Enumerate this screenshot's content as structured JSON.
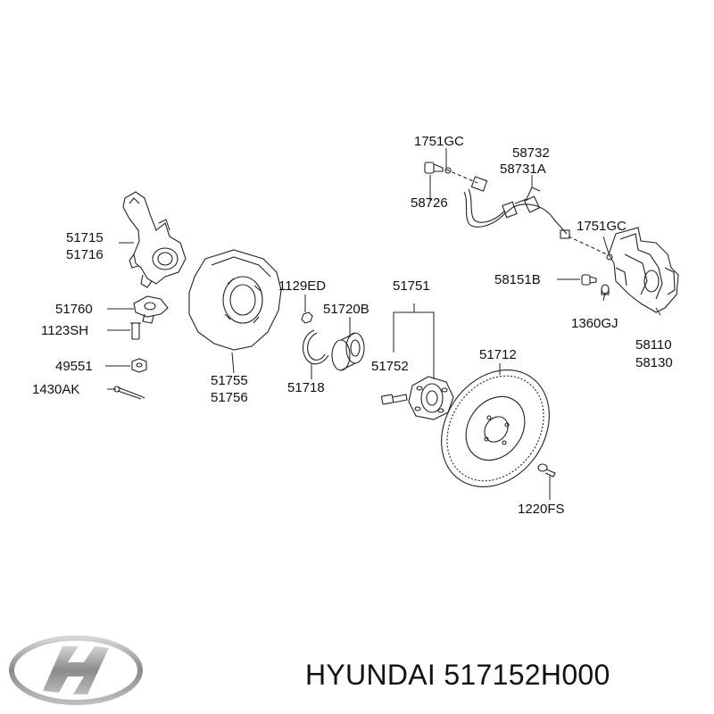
{
  "parts": {
    "p1751gc_top": "1751GC",
    "p58732": "58732",
    "p58731a": "58731A",
    "p58726": "58726",
    "p1751gc_right": "1751GC",
    "p51715": "51715",
    "p51716": "51716",
    "p58151b": "58151B",
    "p1129ed": "1129ED",
    "p51751": "51751",
    "p51760": "51760",
    "p51720b": "51720B",
    "p1360gj": "1360GJ",
    "p1123sh": "1123SH",
    "p58110": "58110",
    "p58130": "58130",
    "p51712": "51712",
    "p51755": "51755",
    "p49551": "49551",
    "p51752": "51752",
    "p51756": "51756",
    "p1430ak": "1430AK",
    "p51718": "51718",
    "p1220fs": "1220FS"
  },
  "footer": {
    "brand": "HYUNDAI",
    "part_number": "517152H000"
  },
  "logo_icon": "hyundai-logo-icon"
}
